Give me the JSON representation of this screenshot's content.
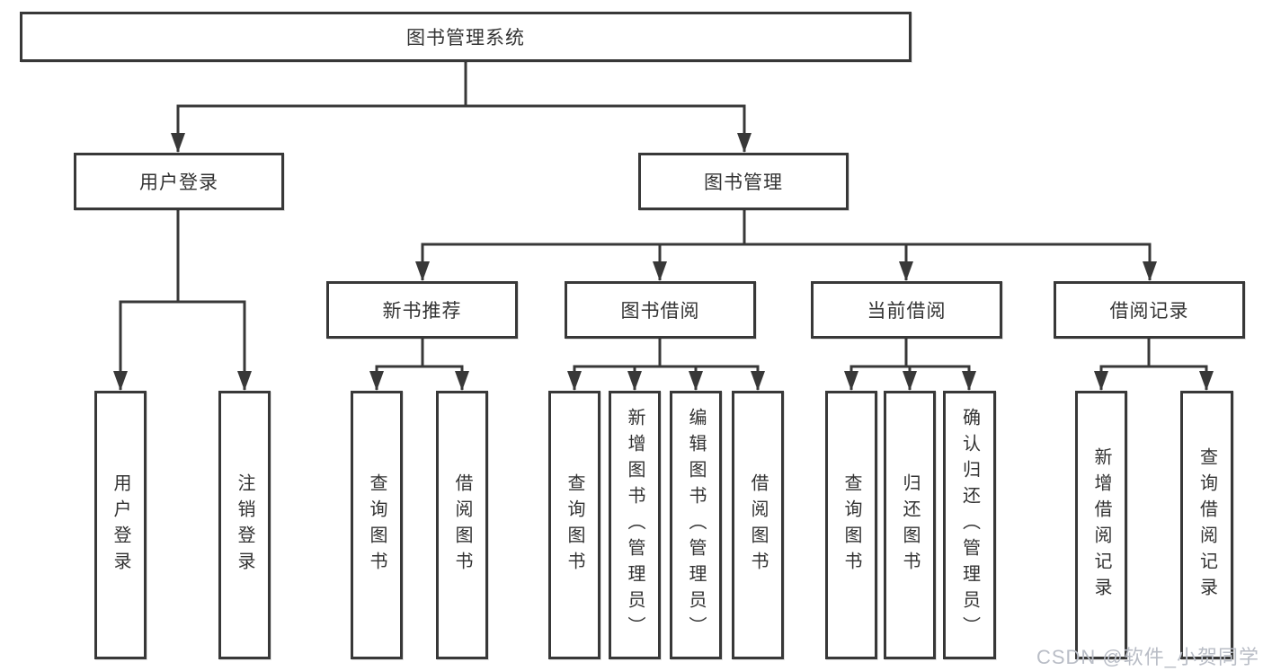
{
  "diagram": {
    "root": {
      "label": "图书管理系统"
    },
    "level2": [
      {
        "label": "用户登录",
        "parent": "图书管理系统"
      },
      {
        "label": "图书管理",
        "parent": "图书管理系统"
      }
    ],
    "level3": [
      {
        "label": "新书推荐",
        "parent": "图书管理"
      },
      {
        "label": "图书借阅",
        "parent": "图书管理"
      },
      {
        "label": "当前借阅",
        "parent": "图书管理"
      },
      {
        "label": "借阅记录",
        "parent": "图书管理"
      }
    ],
    "leaves": [
      {
        "label": "用户登录",
        "parent": "用户登录"
      },
      {
        "label": "注销登录",
        "parent": "用户登录"
      },
      {
        "label": "查询图书",
        "parent": "新书推荐"
      },
      {
        "label": "借阅图书",
        "parent": "新书推荐"
      },
      {
        "label": "查询图书",
        "parent": "图书借阅"
      },
      {
        "label": "新增图书（管理员）",
        "parent": "图书借阅"
      },
      {
        "label": "编辑图书（管理员）",
        "parent": "图书借阅"
      },
      {
        "label": "借阅图书",
        "parent": "图书借阅"
      },
      {
        "label": "查询图书",
        "parent": "当前借阅"
      },
      {
        "label": "归还图书",
        "parent": "当前借阅"
      },
      {
        "label": "确认归还（管理员）",
        "parent": "当前借阅"
      },
      {
        "label": "新增借阅记录",
        "parent": "借阅记录"
      },
      {
        "label": "查询借阅记录",
        "parent": "借阅记录"
      }
    ]
  },
  "watermark": {
    "text": "CSDN @软件_小贺同学"
  },
  "colors": {
    "line": "#383838",
    "text": "#333333",
    "box_background": "#ffffff",
    "page_background": "#ffffff",
    "watermark": "#b9bdc6"
  }
}
